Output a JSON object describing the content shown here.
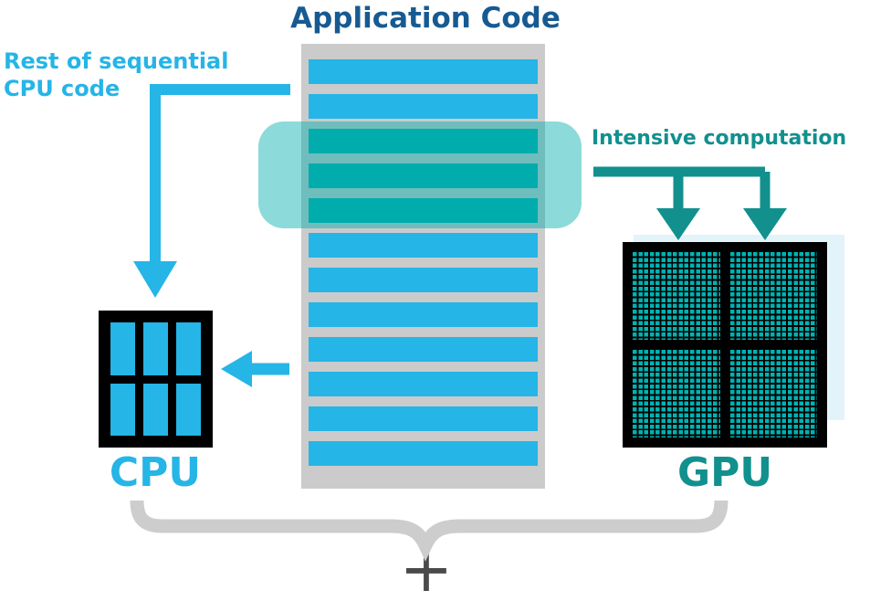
{
  "title": "Application Code",
  "cpu_annotation": {
    "note_line1": "Rest of sequential",
    "note_line2": "CPU code",
    "label": "CPU"
  },
  "gpu_annotation": {
    "note": "Intensive computation",
    "label": "GPU"
  },
  "plus_sign": "+",
  "code_column": {
    "lines": [
      "cpu",
      "cpu",
      "gpu",
      "gpu",
      "gpu",
      "cpu",
      "cpu",
      "cpu",
      "cpu",
      "cpu",
      "cpu",
      "cpu"
    ],
    "highlighted_line_type": "gpu"
  },
  "colors": {
    "cyan_cpu": "#25b5e6",
    "teal_gpu_bar": "#00acac",
    "teal_gpu_text": "#11908e",
    "gpu_cell": "#00b3b3",
    "title_blue": "#175a92",
    "column_gray": "#cbcbcb",
    "highlight_overlay": "rgba(0,172,172,0.45)",
    "gpu_shadow_blue": "#e3f3fa",
    "icon_black": "#000000",
    "plus_gray": "#4a4a4a"
  }
}
